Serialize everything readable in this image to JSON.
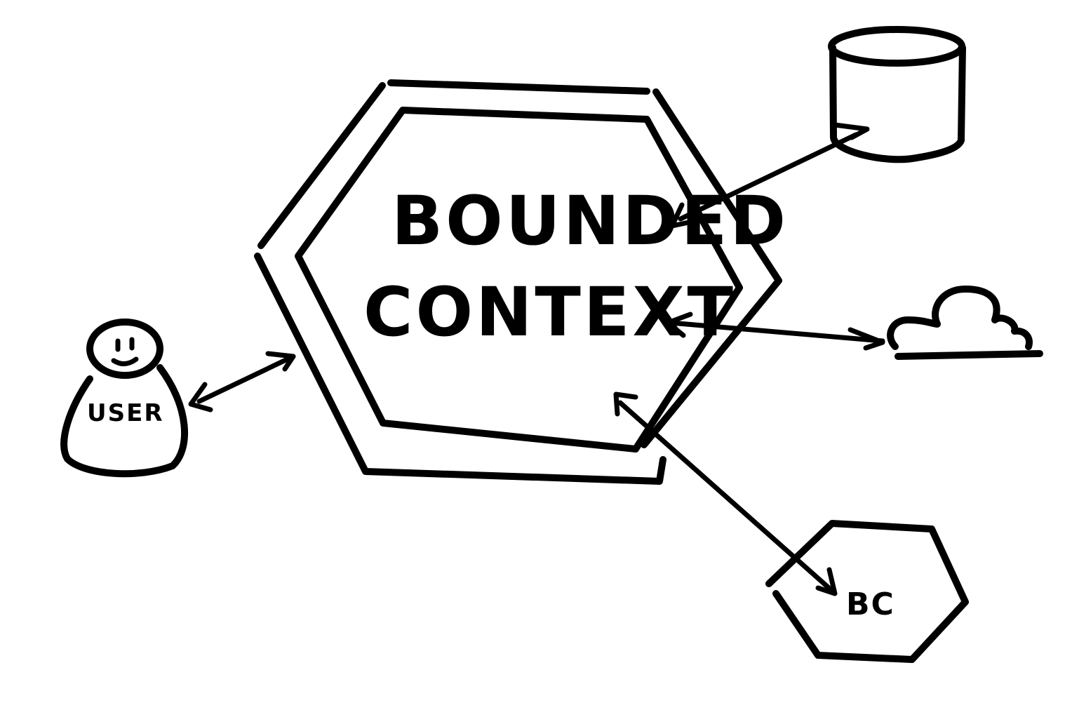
{
  "main_context": {
    "title_line1": "BOUNDED",
    "title_line2": "CONTEXT"
  },
  "user": {
    "label": "USER",
    "icon": "user-figure-icon"
  },
  "database": {
    "icon": "database-cylinder-icon"
  },
  "cloud": {
    "icon": "cloud-icon"
  },
  "other_context": {
    "label": "BC",
    "icon": "hexagon-icon"
  },
  "colors": {
    "ink": "#000000",
    "background": "#ffffff"
  }
}
